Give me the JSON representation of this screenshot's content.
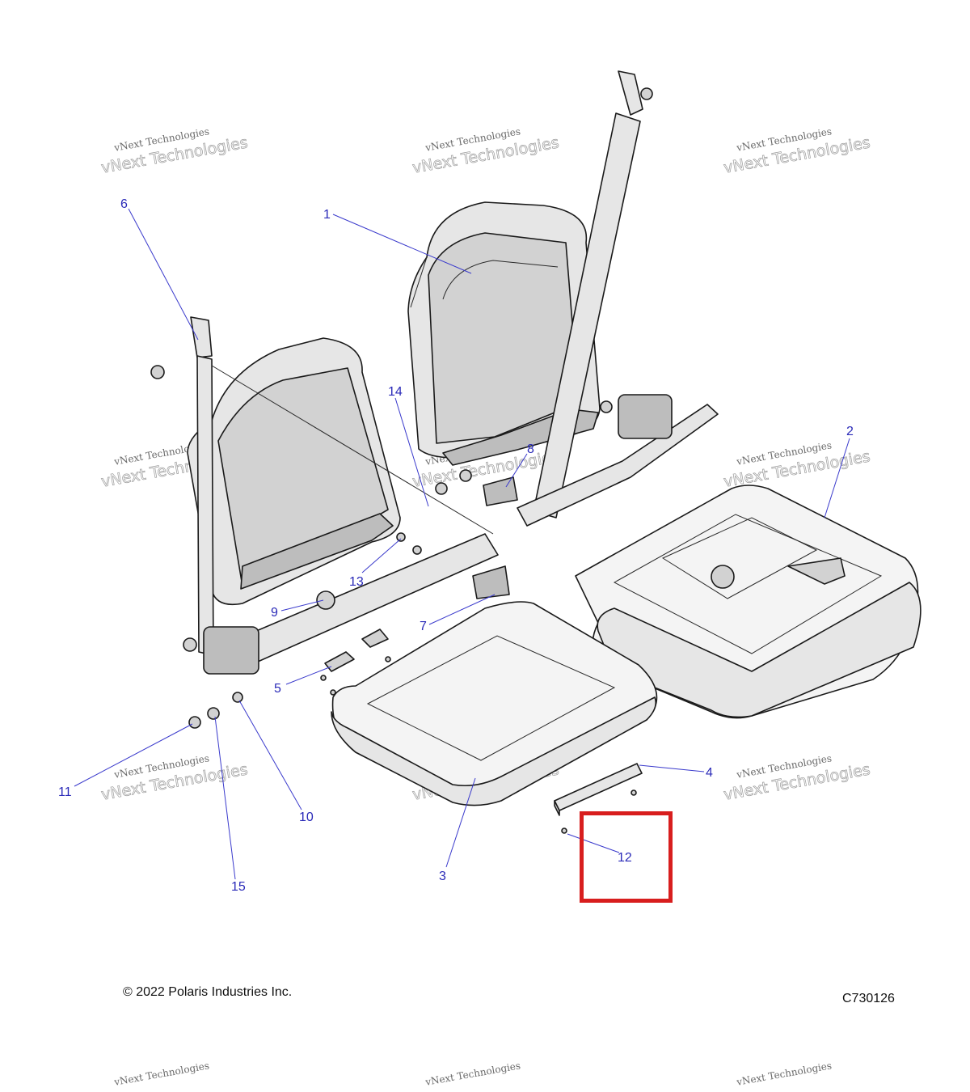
{
  "diagram": {
    "callouts": [
      {
        "id": "1",
        "label": "1"
      },
      {
        "id": "2",
        "label": "2"
      },
      {
        "id": "3",
        "label": "3"
      },
      {
        "id": "4",
        "label": "4"
      },
      {
        "id": "5",
        "label": "5"
      },
      {
        "id": "6",
        "label": "6"
      },
      {
        "id": "7",
        "label": "7"
      },
      {
        "id": "8",
        "label": "8"
      },
      {
        "id": "9",
        "label": "9"
      },
      {
        "id": "10",
        "label": "10"
      },
      {
        "id": "11",
        "label": "11"
      },
      {
        "id": "12",
        "label": "12"
      },
      {
        "id": "13",
        "label": "13"
      },
      {
        "id": "14",
        "label": "14"
      },
      {
        "id": "15",
        "label": "15"
      }
    ],
    "highlighted_callout": "12",
    "highlight_color": "#d81e1e",
    "callout_color": "#2a2ab8"
  },
  "watermark": {
    "line1": "vNext Technologies",
    "line2": "vNext Technologies"
  },
  "footer": {
    "copyright": "© 2022 Polaris Industries Inc.",
    "drawing_number": "C730126"
  }
}
